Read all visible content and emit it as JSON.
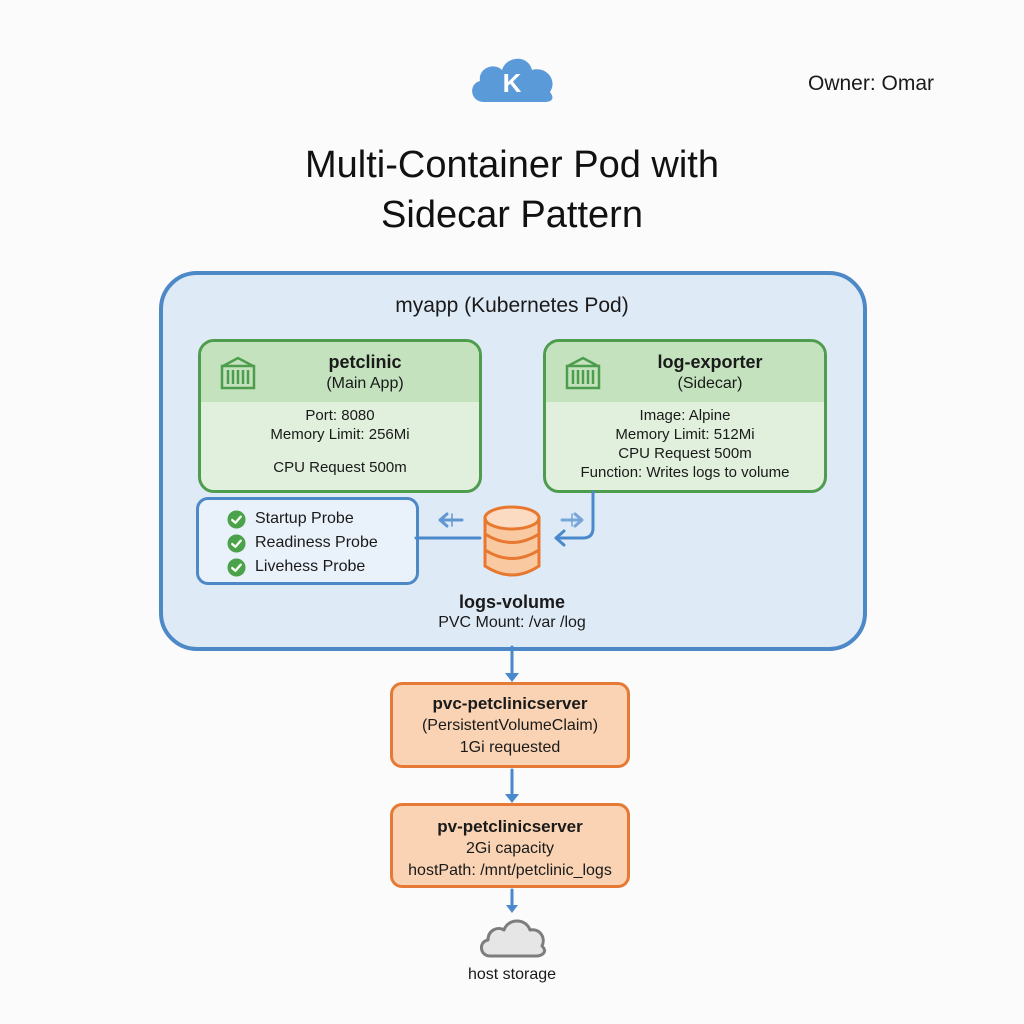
{
  "header": {
    "logo_letter": "K",
    "logo_icon": "kubernetes-cloud-icon",
    "owner": "Owner: Omar",
    "title_line1": "Multi-Container Pod with",
    "title_line2": "Sidecar Pattern"
  },
  "pod": {
    "label": "myapp (Kubernetes Pod)",
    "containers": [
      {
        "name": "petclinic",
        "role": "(Main App)",
        "icon": "container-icon",
        "details": [
          "Port: 8080",
          "Memory Limit: 256Mi",
          "",
          "CPU Request 500m"
        ]
      },
      {
        "name": "log-exporter",
        "role": "(Sidecar)",
        "icon": "container-icon",
        "details": [
          "Image: Alpine",
          "Memory Limit: 512Mi",
          "CPU Request 500m",
          "Function: Writes logs to volume"
        ]
      }
    ],
    "probes": [
      {
        "label": "Startup Probe",
        "status": "ok"
      },
      {
        "label": "Readiness Probe",
        "status": "ok"
      },
      {
        "label": "Livehess Probe",
        "status": "ok"
      }
    ],
    "volume": {
      "name": "logs-volume",
      "mount": "PVC Mount: /var /log",
      "icon": "database-icon"
    }
  },
  "storage": {
    "pvc": {
      "name": "pvc-petclinicserver",
      "type": "(PersistentVolumeClaim)",
      "detail": "1Gi requested"
    },
    "pv": {
      "name": "pv-petclinicserver",
      "capacity": "2Gi capacity",
      "host_path": "hostPath: /mnt/petclinic_logs"
    },
    "host": {
      "label": "host storage",
      "icon": "cloud-icon"
    }
  },
  "colors": {
    "pod_border": "#4d88c7",
    "pod_fill": "#dfeaf7",
    "container_border": "#4e9d4e",
    "container_fill": "#e0f0dc",
    "storage_border": "#e47a36",
    "storage_fill": "#f9d3b3",
    "check": "#4aa24a"
  }
}
